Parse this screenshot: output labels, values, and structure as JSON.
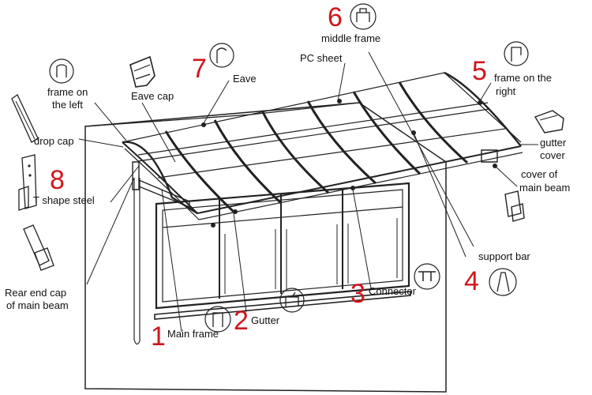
{
  "labels": {
    "frame_left_1": "frame on",
    "frame_left_2": "the left",
    "eave_cap": "Eave cap",
    "drop_cap": "drop cap",
    "t_shape_steel": "T shape steel",
    "rear_end_cap_1": "Rear end cap",
    "rear_end_cap_2": "of main beam",
    "main_frame": "Main frame",
    "gutter": "Gutter",
    "connector": "Connector",
    "support_bar": "support bar",
    "cover_main_beam_1": "cover of",
    "cover_main_beam_2": "main beam",
    "gutter_cover_1": "gutter",
    "gutter_cover_2": "cover",
    "frame_right_1": "frame on the",
    "frame_right_2": "right",
    "pc_sheet": "PC sheet",
    "middle_frame": "middle frame",
    "eave": "Eave"
  },
  "numbers": {
    "n1": "1",
    "n2": "2",
    "n3": "3",
    "n4": "4",
    "n5": "5",
    "n6": "6",
    "n7": "7",
    "n8": "8"
  },
  "colors": {
    "number_red": "#d0161c",
    "line": "#222222",
    "wall": "#ffffff"
  },
  "icons": [
    "profile-icon",
    "eave-cap-icon",
    "drop-cap-icon",
    "t-steel-icon",
    "rear-cap-icon",
    "gutter-cover-icon",
    "beam-cover-icon",
    "connector-icon",
    "support-bar-icon"
  ]
}
